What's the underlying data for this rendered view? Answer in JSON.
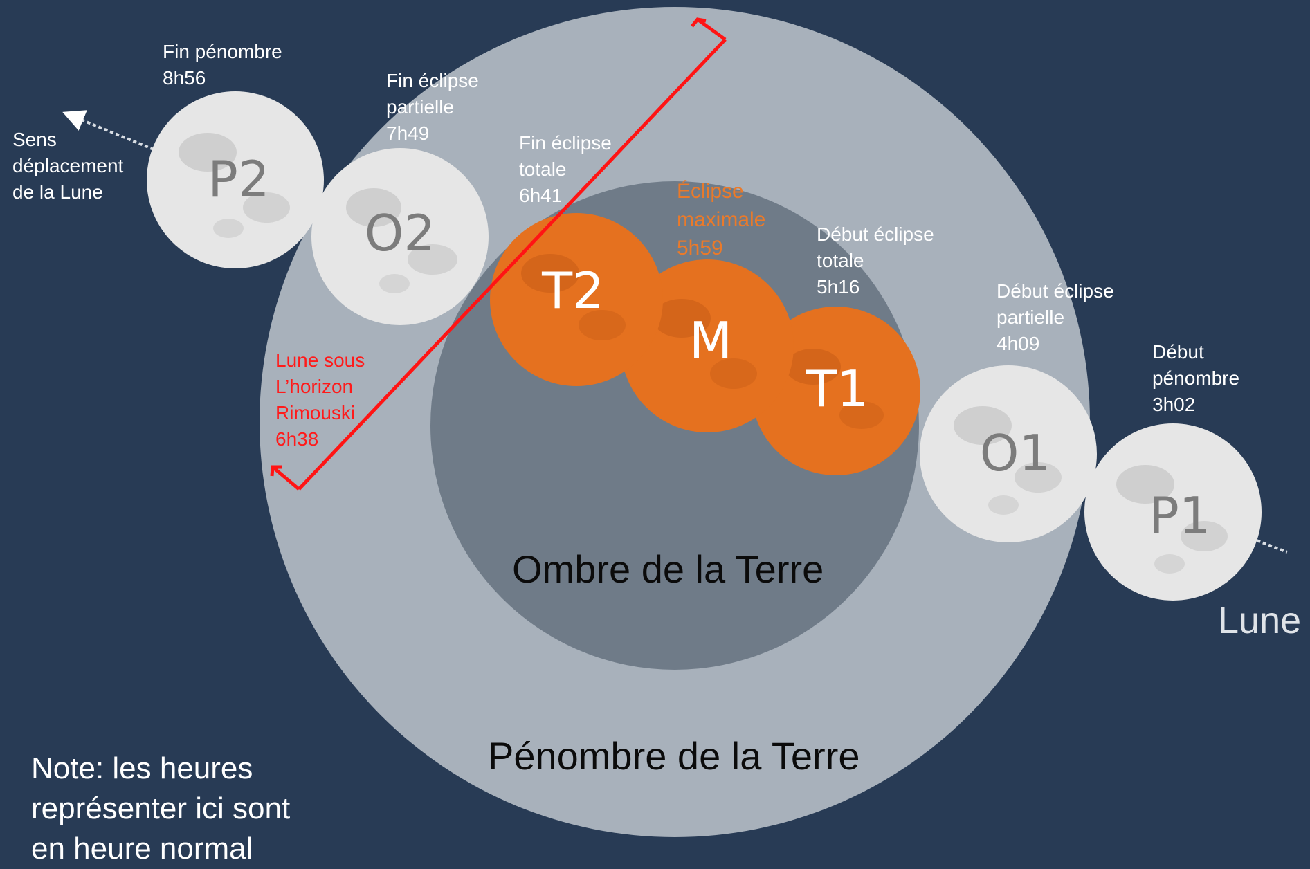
{
  "direction_label": "Sens\ndéplacement\nde la Lune",
  "moons": [
    {
      "code": "P2",
      "label": "Fin pénombre\n8h56",
      "kind": "penumbra"
    },
    {
      "code": "O2",
      "label": "Fin éclipse\npartielle\n7h49",
      "kind": "penumbra"
    },
    {
      "code": "T2",
      "label": "Fin éclipse\ntotale\n6h41",
      "kind": "umbra"
    },
    {
      "code": "M",
      "label": "Éclipse\nmaximale\n5h59",
      "kind": "umbra"
    },
    {
      "code": "T1",
      "label": "Début éclipse\ntotale\n5h16",
      "kind": "umbra"
    },
    {
      "code": "O1",
      "label": "Début éclipse\npartielle\n4h09",
      "kind": "penumbra"
    },
    {
      "code": "P1",
      "label": "Début\npénombre\n3h02",
      "kind": "penumbra"
    }
  ],
  "horizon_label": "Lune sous\nL’horizon\nRimouski\n6h38",
  "umbra_label": "Ombre de la Terre",
  "penumbra_label": "Pénombre de la Terre",
  "lune_label": "Lune",
  "note": "Note: les heures\nreprésenter ici sont\nen heure normal",
  "colors": {
    "background": "#283b55",
    "penumbra": "#a8b1bb",
    "umbra": "#6f7b88",
    "eclipsed_moon": "#e5711f",
    "moon": "#e6e6e6",
    "horizon_line": "#ff1414",
    "maximum_label": "#ea7a2a"
  }
}
